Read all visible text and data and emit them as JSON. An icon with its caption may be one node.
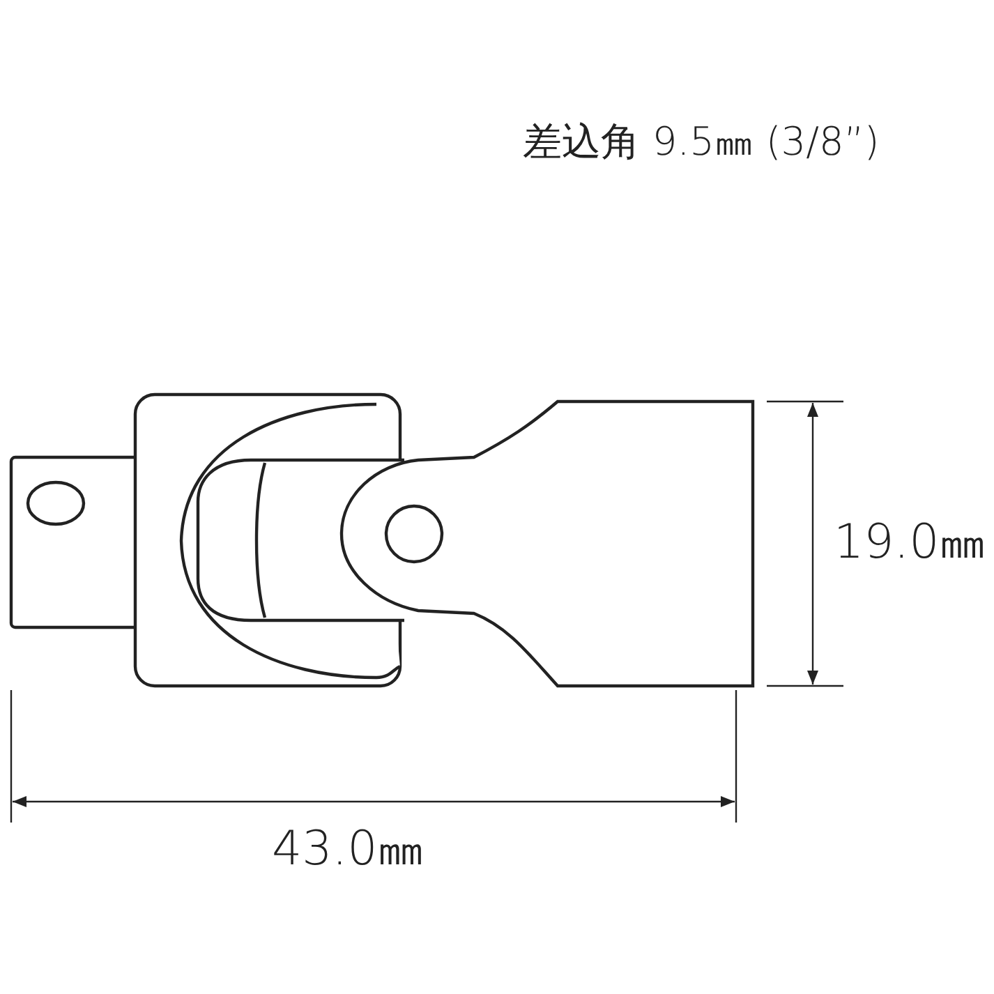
{
  "diagram": {
    "labels": [
      "差込角 9.5㎜ (3/8”)",
      "19.0㎜",
      "43.0㎜"
    ]
  }
}
